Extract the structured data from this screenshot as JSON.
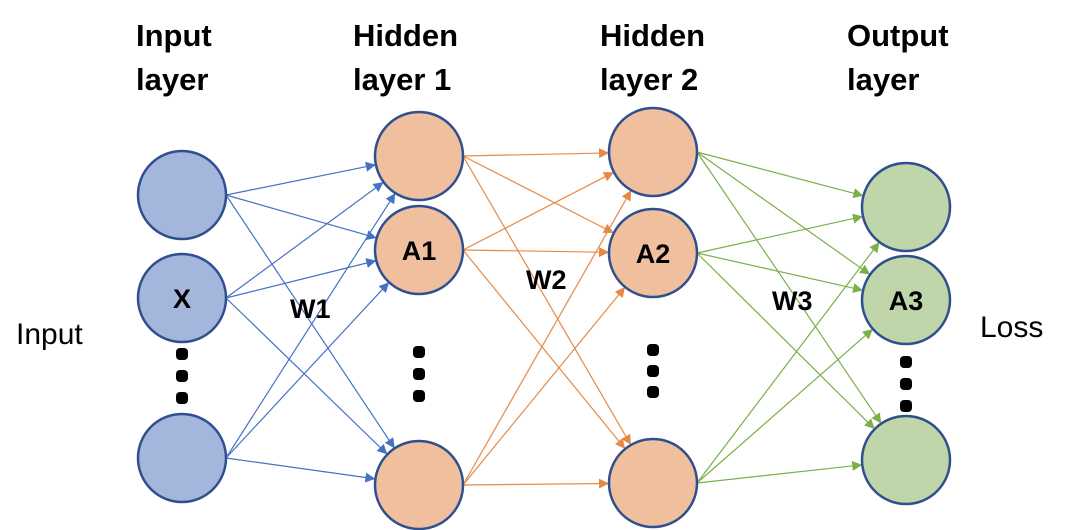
{
  "diagram": {
    "title": "Feedforward neural network",
    "colors": {
      "input_fill": "#A4B6DC",
      "hidden_fill": "#F0C09E",
      "output_fill": "#BED6A9",
      "node_stroke": "#2F4F8F",
      "w1_edge": "#4472C4",
      "w2_edge": "#E58A46",
      "w3_edge": "#7AB04A"
    },
    "side_labels": {
      "left": "Input",
      "right": "Loss"
    },
    "layers": [
      {
        "id": "input",
        "title_line1": "Input",
        "title_line2": "layer",
        "color_key": "input_fill",
        "nodes": [
          "",
          "X",
          ""
        ],
        "has_ellipsis": true
      },
      {
        "id": "hidden1",
        "title_line1": "Hidden",
        "title_line2": "layer 1",
        "color_key": "hidden_fill",
        "nodes": [
          "",
          "A1",
          ""
        ],
        "has_ellipsis": true
      },
      {
        "id": "hidden2",
        "title_line1": "Hidden",
        "title_line2": "layer 2",
        "color_key": "hidden_fill",
        "nodes": [
          "",
          "A2",
          ""
        ],
        "has_ellipsis": true
      },
      {
        "id": "output",
        "title_line1": "Output",
        "title_line2": "layer",
        "color_key": "output_fill",
        "nodes": [
          "",
          "A3",
          ""
        ],
        "has_ellipsis": true
      }
    ],
    "weights": [
      {
        "label": "W1",
        "from": "input",
        "to": "hidden1",
        "color_key": "w1_edge"
      },
      {
        "label": "W2",
        "from": "hidden1",
        "to": "hidden2",
        "color_key": "w2_edge"
      },
      {
        "label": "W3",
        "from": "hidden2",
        "to": "output",
        "color_key": "w3_edge"
      }
    ],
    "connectivity": "fully-connected"
  }
}
